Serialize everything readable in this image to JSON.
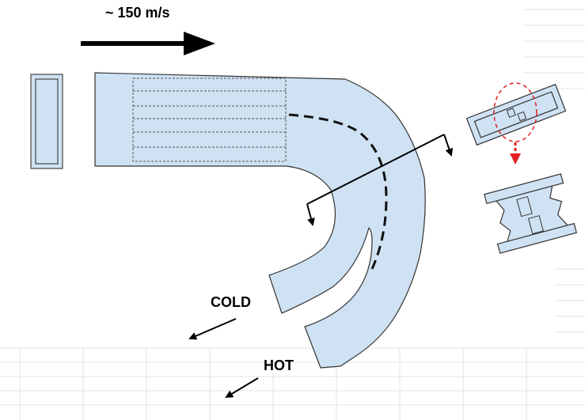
{
  "labels": {
    "velocity": "~ 150 m/s",
    "cold": "COLD",
    "hot": "HOT"
  },
  "colors": {
    "fill": "#cfe2f3",
    "stroke": "#333333",
    "highlight": "#e02020",
    "grid": "#e3e3e3"
  }
}
